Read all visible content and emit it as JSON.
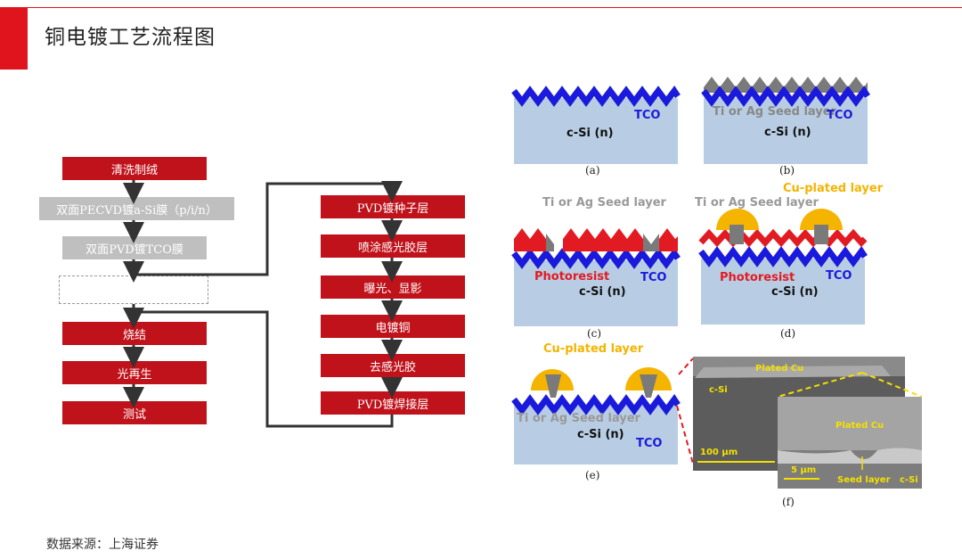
{
  "page": {
    "title": "铜电镀工艺流程图",
    "source": "数据来源：上海证券"
  },
  "flow_left": [
    "清洗制绒",
    "双面PECVD镀a-Si膜（p/i/n）",
    "双面PVD镀TCO膜",
    "",
    "烧结",
    "光再生",
    "测试"
  ],
  "flow_right": [
    "PVD镀种子层",
    "喷涂感光胶层",
    "曝光、显影",
    "电镀铜",
    "去感光胶",
    "PVD镀焊接层"
  ],
  "panels": {
    "a": {
      "caption": "(a)",
      "tco": "TCO",
      "csi": "c-Si (n)"
    },
    "b": {
      "caption": "(b)",
      "seed": "Ti or Ag Seed layer",
      "tco": "TCO",
      "csi": "c-Si (n)"
    },
    "c": {
      "caption": "(c)",
      "seed": "Ti or Ag Seed layer",
      "photoresist": "Photoresist",
      "tco": "TCO",
      "csi": "c-Si (n)"
    },
    "d": {
      "caption": "(d)",
      "seed": "Ti or Ag Seed layer",
      "cu": "Cu-plated layer",
      "photoresist": "Photoresist",
      "tco": "TCO",
      "csi": "c-Si (n)"
    },
    "e": {
      "caption": "(e)",
      "cu": "Cu-plated layer",
      "seed": "Ti or Ag Seed layer",
      "csi": "c-Si (n)",
      "tco": "TCO"
    },
    "f": {
      "caption": "(f)",
      "plated_cu_top": "Plated Cu",
      "csi_top": "c-Si",
      "scale_big": "100 µm",
      "plated_cu_zoom": "Plated Cu",
      "scale_small": "5 µm",
      "seed": "Seed layer",
      "csi_zoom": "c-Si"
    }
  },
  "colors": {
    "accent_red": "#e0141c",
    "box_red": "#c0121b",
    "box_gray": "#bfbfbf",
    "tco_blue": "#1a1adc",
    "substrate": "#b8cde3",
    "seed_gray": "#7a7a7a",
    "photoresist_red": "#e21b23",
    "copper": "#f4b400"
  }
}
